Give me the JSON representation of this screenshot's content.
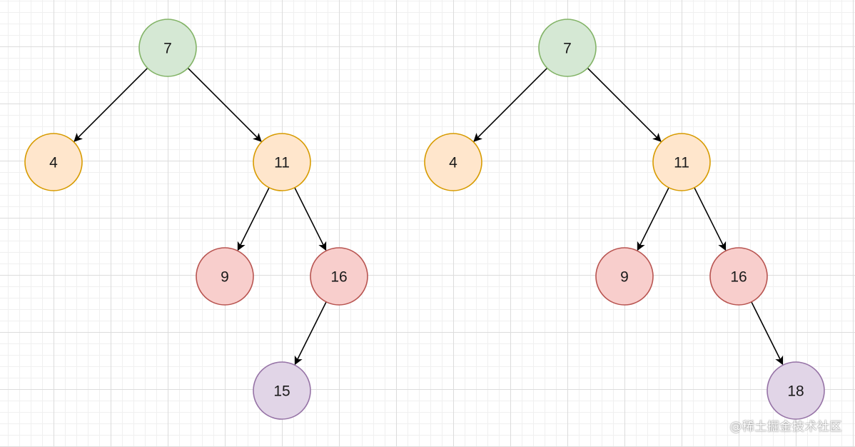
{
  "trees": [
    {
      "nodes": [
        {
          "id": "n7",
          "label": "7",
          "color": "green"
        },
        {
          "id": "n4",
          "label": "4",
          "color": "orange"
        },
        {
          "id": "n11",
          "label": "11",
          "color": "orange"
        },
        {
          "id": "n9",
          "label": "9",
          "color": "red"
        },
        {
          "id": "n16",
          "label": "16",
          "color": "red"
        },
        {
          "id": "n15",
          "label": "15",
          "color": "purple"
        }
      ],
      "edges": [
        [
          "n7",
          "n4"
        ],
        [
          "n7",
          "n11"
        ],
        [
          "n11",
          "n9"
        ],
        [
          "n11",
          "n16"
        ],
        [
          "n16",
          "n15"
        ]
      ]
    },
    {
      "nodes": [
        {
          "id": "n7",
          "label": "7",
          "color": "green"
        },
        {
          "id": "n4",
          "label": "4",
          "color": "orange"
        },
        {
          "id": "n11",
          "label": "11",
          "color": "orange"
        },
        {
          "id": "n9",
          "label": "9",
          "color": "red"
        },
        {
          "id": "n16",
          "label": "16",
          "color": "red"
        },
        {
          "id": "n18",
          "label": "18",
          "color": "purple"
        }
      ],
      "edges": [
        [
          "n7",
          "n4"
        ],
        [
          "n7",
          "n11"
        ],
        [
          "n11",
          "n9"
        ],
        [
          "n11",
          "n16"
        ],
        [
          "n16",
          "n18"
        ]
      ]
    }
  ],
  "palette": {
    "green": {
      "fill": "#d5e8d4",
      "stroke": "#82b366"
    },
    "orange": {
      "fill": "#ffe6cc",
      "stroke": "#d79b00"
    },
    "red": {
      "fill": "#f8cecc",
      "stroke": "#b85450"
    },
    "purple": {
      "fill": "#e1d5e7",
      "stroke": "#9673a6"
    }
  },
  "watermark": "@稀土掘金技术社区"
}
